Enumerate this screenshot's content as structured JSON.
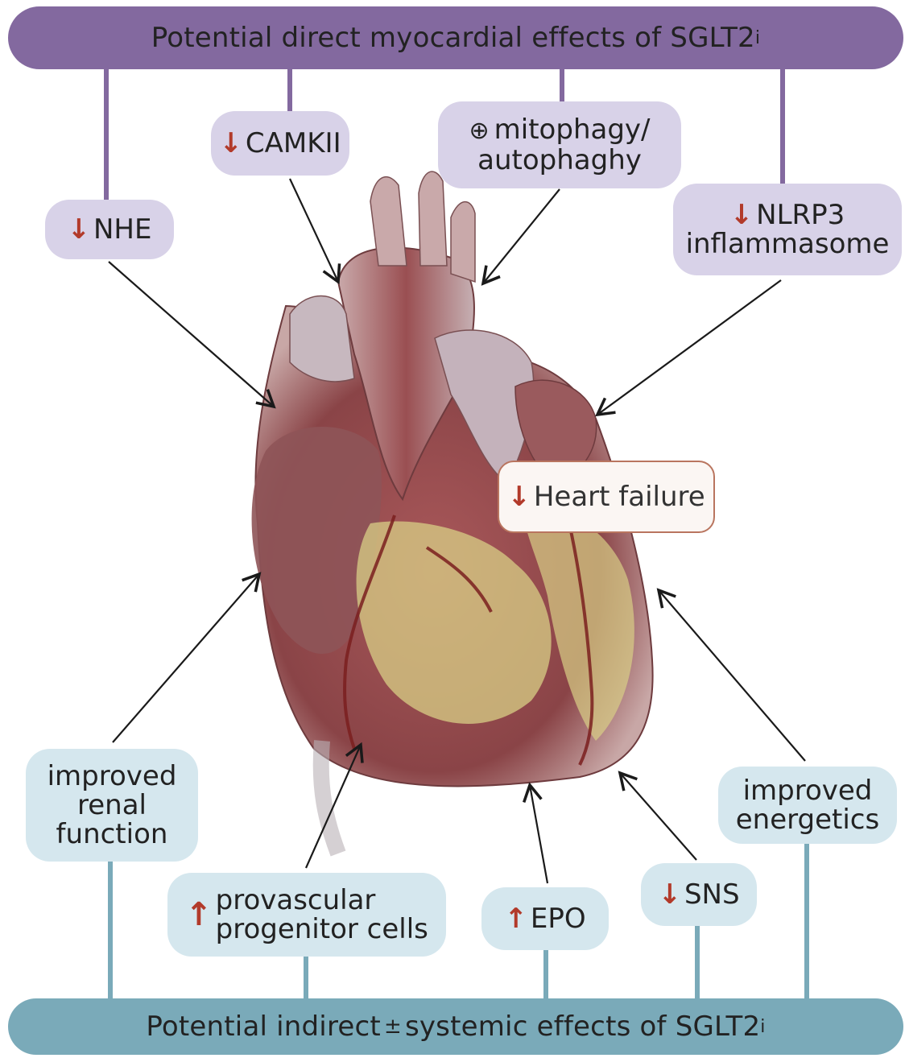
{
  "top_banner": {
    "text": "Potential direct myocardial effects of SGLT2",
    "subscript": "i"
  },
  "bottom_banner": {
    "text_before": "Potential indirect",
    "plusminus": "±",
    "text_after": "systemic effects of SGLT2",
    "subscript": "i"
  },
  "direct_effects": {
    "nhe": {
      "arrow": "↓",
      "label": "NHE"
    },
    "camkii": {
      "arrow": "↓",
      "label": "CAMKII"
    },
    "mitophagy": {
      "symbol": "⊕",
      "line1": "mitophagy/",
      "line2": "autophaghy"
    },
    "nlrp3": {
      "arrow": "↓",
      "line1": "NLRP3",
      "line2": "inflammasome"
    }
  },
  "heart": {
    "arrow": "↓",
    "label": "Heart failure"
  },
  "indirect_effects": {
    "renal": {
      "line1": "improved",
      "line2": "renal",
      "line3": "function"
    },
    "energetics": {
      "line1": "improved",
      "line2": "energetics"
    },
    "provascular": {
      "arrow": "↑",
      "line1": "provascular",
      "line2": "progenitor cells"
    },
    "epo": {
      "arrow": "↑",
      "label": "EPO"
    },
    "sns": {
      "arrow": "↓",
      "label": "SNS"
    }
  },
  "colors": {
    "top_banner": "#83699f",
    "direct_box": "#d8d2e8",
    "bottom_banner": "#7aaab9",
    "indirect_box": "#d5e7ee",
    "red_arrow": "#b23a2a",
    "heart_muscle": "#9b4a4c",
    "fat_yellow": "#d8cf86"
  }
}
